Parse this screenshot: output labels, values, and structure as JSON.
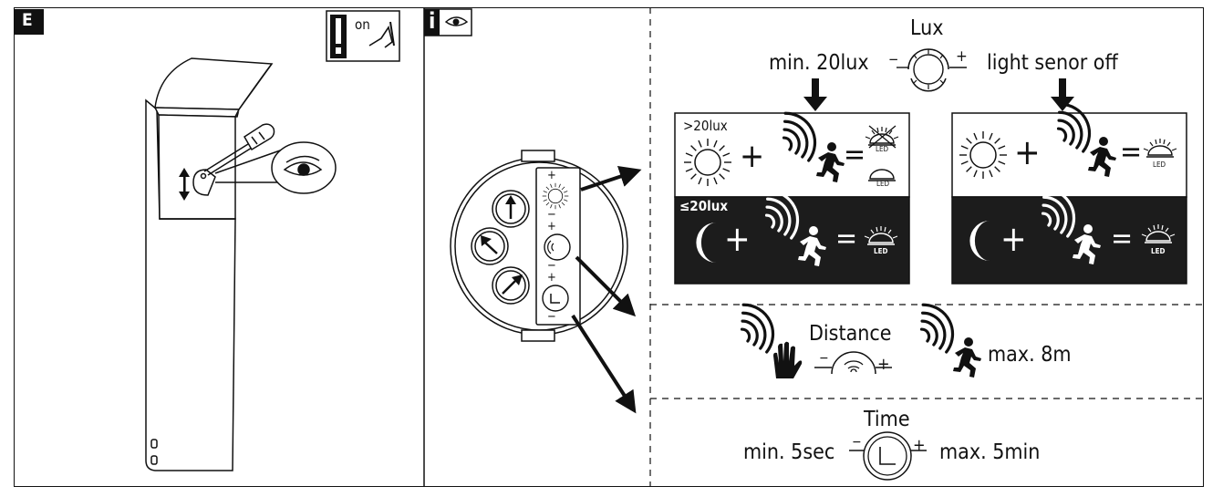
{
  "section_badge": "E",
  "switch_icon": {
    "label": "on",
    "icon": "exclamation-switch-icon"
  },
  "info_icon": {
    "letter": "i",
    "icon": "eye-icon"
  },
  "lux": {
    "title": "Lux",
    "min_label": "min. 20lux",
    "off_label": "light senor off",
    "bright_label": ">20lux",
    "dark_label": "≤20lux",
    "led_label": "LED"
  },
  "distance": {
    "title": "Distance",
    "max_label": "max. 8m"
  },
  "time": {
    "title": "Time",
    "min_label": "min. 5sec",
    "max_label": "max. 5min"
  },
  "dial_signs": {
    "minus": "−",
    "plus": "+"
  },
  "equation_signs": {
    "plus": "+",
    "equals": "="
  }
}
